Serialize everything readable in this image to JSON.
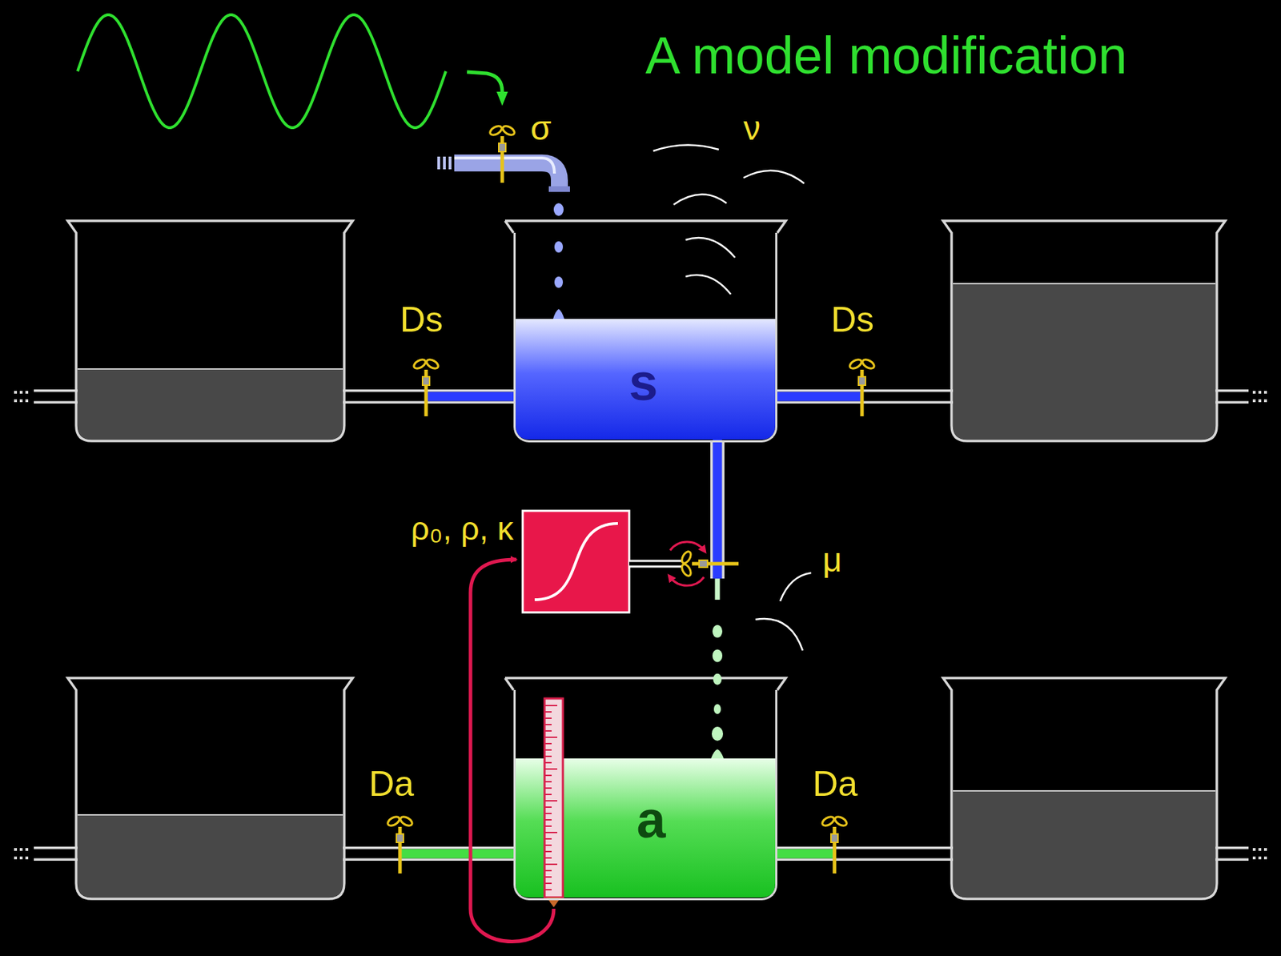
{
  "diagram": {
    "title": "A model modification",
    "nodes": [
      {
        "text": [
          "s"
        ]
      },
      {
        "text": [
          "a"
        ]
      }
    ],
    "edges": [
      {
        "from": 0,
        "to": 1,
        "arrow": "none"
      }
    ],
    "labels": [
      "σ",
      "ν",
      "Ds",
      "Ds",
      "ρ₀, ρ, κ",
      "μ",
      "Da",
      "Da"
    ]
  }
}
